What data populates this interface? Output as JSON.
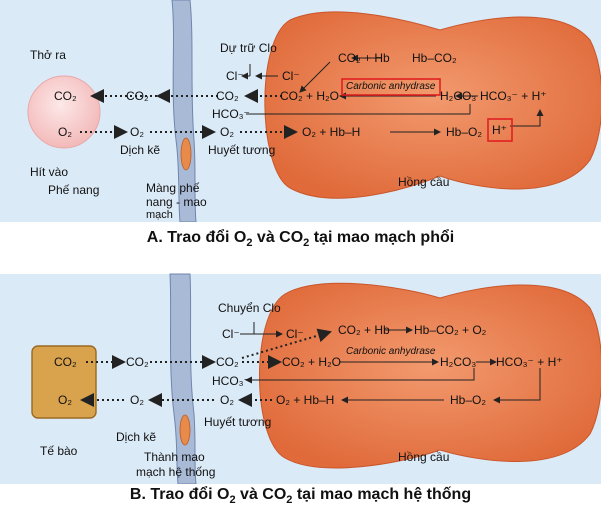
{
  "colors": {
    "background": "#dbeaf7",
    "red_cell": "#e8784a",
    "tissue_cell": "#d8a24a",
    "alveolus": "#f6c9c9",
    "highlight": "#e02020",
    "membrane": "#8fa6c9"
  },
  "panel_a": {
    "caption_main": "A. Trao đổi O",
    "caption_sub1": "2",
    "caption_mid": " và CO",
    "caption_sub2": "2",
    "caption_end": " tại mao mạch phổi",
    "tho_ra": "Thở ra",
    "hit_vao": "Hít vào",
    "phe_nang": "Phế nang",
    "dich_ke": "Dịch kẽ",
    "membrane_label_1": "Màng phế",
    "membrane_label_2": "nang - mao",
    "membrane_label_3": "mạch",
    "huyet_tuong": "Huyết tương",
    "du_tru_clo": "Dự trữ Clo",
    "hong_cau": "Hồng cầu",
    "alv_co2": "CO₂",
    "alv_o2": "O₂",
    "co2_int": "CO₂",
    "o2_int": "O₂",
    "co2_plasma": "CO₂",
    "o2_plasma": "O₂",
    "hco3_plasma": "HCO₃⁻",
    "cl_left": "Cl⁻",
    "cl_right": "Cl⁻",
    "rbc_co2_hb": "CO₂ + Hb",
    "rbc_hb_co2": "Hb–CO₂",
    "rbc_co2_h2o": "CO₂ + H₂O",
    "enzyme": "Carbonic anhydrase",
    "rbc_h2co3": "H₂CO₃",
    "rbc_hco3_h": "HCO₃⁻ + H⁺",
    "rbc_o2_hbh": "O₂ + Hb–H",
    "rbc_hb_o2": "Hb–O₂",
    "rbc_h": "H⁺"
  },
  "panel_b": {
    "caption_main": "B. Trao đổi O",
    "caption_sub1": "2",
    "caption_mid": " và CO",
    "caption_sub2": "2",
    "caption_end": " tại mao mạch hệ thống",
    "chuyen_clo": "Chuyển Clo",
    "te_bao": "Tế bào",
    "dich_ke": "Dịch kẽ",
    "membrane_label_1": "Thành mao",
    "membrane_label_2": "mạch hệ thống",
    "huyet_tuong": "Huyết tương",
    "hong_cau": "Hồng cầu",
    "cell_co2": "CO₂",
    "cell_o2": "O₂",
    "co2_int": "CO₂",
    "o2_int": "O₂",
    "co2_plasma": "CO₂",
    "o2_plasma": "O₂",
    "hco3_plasma": "HCO₃⁻",
    "cl_left": "Cl⁻",
    "cl_right": "Cl⁻",
    "rbc_co2_hb": "CO₂ + Hb",
    "rbc_hb_co2_o2": "Hb–CO₂ + O₂",
    "rbc_co2_h2o": "CO₂ + H₂O",
    "enzyme": "Carbonic anhydrase",
    "rbc_h2co3": "H₂CO₃",
    "rbc_hco3_h": "HCO₃⁻ + H⁺",
    "rbc_o2_hbh": "O₂ + Hb–H",
    "rbc_hb_o2": "Hb–O₂"
  }
}
